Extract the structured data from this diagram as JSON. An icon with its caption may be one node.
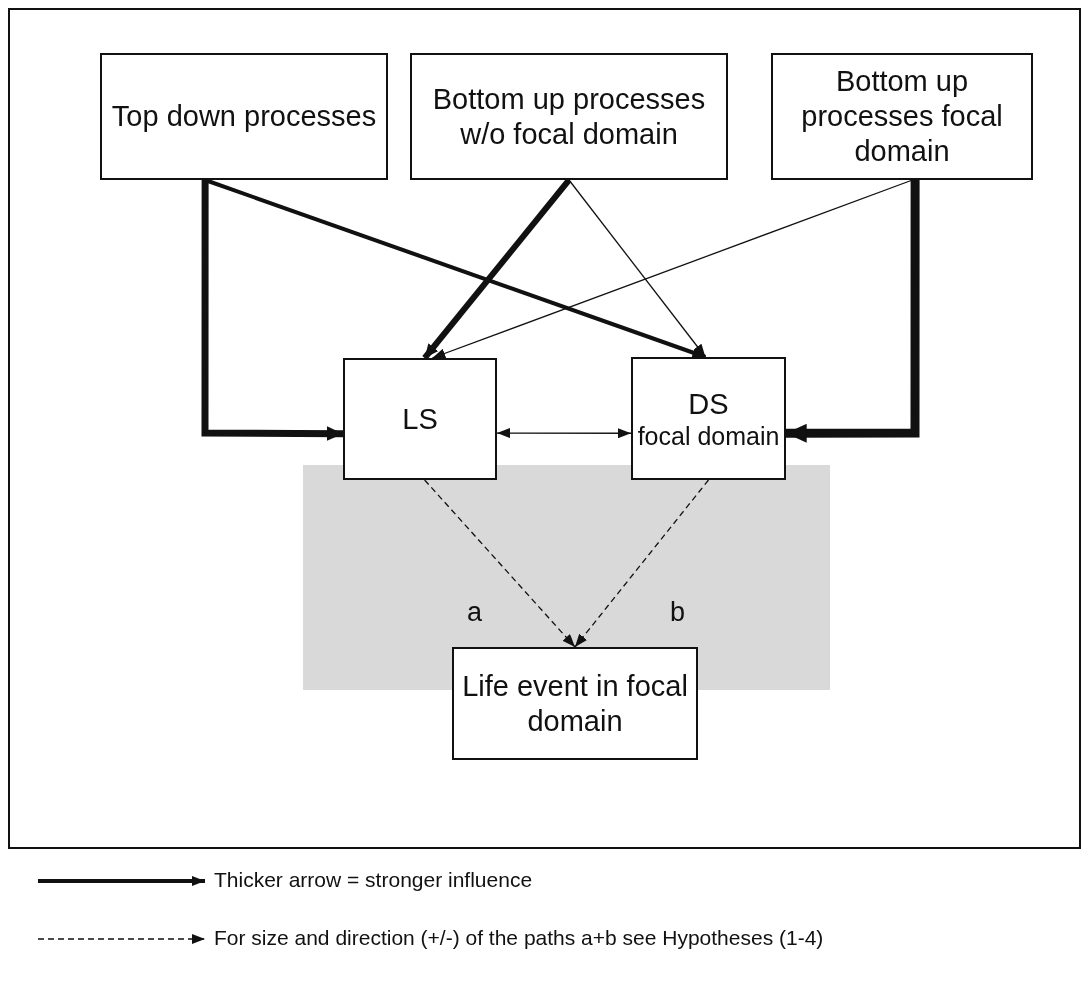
{
  "diagram": {
    "nodes": [
      {
        "text": [
          "Top down processes"
        ]
      },
      {
        "text": [
          "Bottom up processes w/o focal domain"
        ]
      },
      {
        "text": [
          "Bottom up processes focal domain"
        ]
      },
      {
        "text": [
          "LS"
        ]
      },
      {
        "text": [
          "DS",
          "focal domain"
        ]
      },
      {
        "text": [
          "Life event in focal domain"
        ]
      }
    ],
    "edges": [
      {
        "from": 0,
        "to": 3,
        "arrow": "to",
        "style": "thick"
      },
      {
        "from": 0,
        "to": 4,
        "arrow": "to",
        "style": "thick"
      },
      {
        "from": 1,
        "to": 3,
        "arrow": "to",
        "style": "thick"
      },
      {
        "from": 1,
        "to": 4,
        "arrow": "to"
      },
      {
        "from": 2,
        "to": 3,
        "arrow": "to"
      },
      {
        "from": 2,
        "to": 4,
        "arrow": "to",
        "style": "thick"
      },
      {
        "from": 3,
        "to": 4,
        "arrow": "both"
      },
      {
        "from": 3,
        "to": 5,
        "arrow": "to",
        "style": "dashed",
        "label": "a"
      },
      {
        "from": 4,
        "to": 5,
        "arrow": "to",
        "style": "dashed",
        "label": "b"
      }
    ],
    "legend": [
      {
        "text": "Thicker arrow = stronger influence"
      },
      {
        "text": "For size and direction (+/-) of the paths a+b see Hypotheses (1-4)"
      }
    ]
  }
}
